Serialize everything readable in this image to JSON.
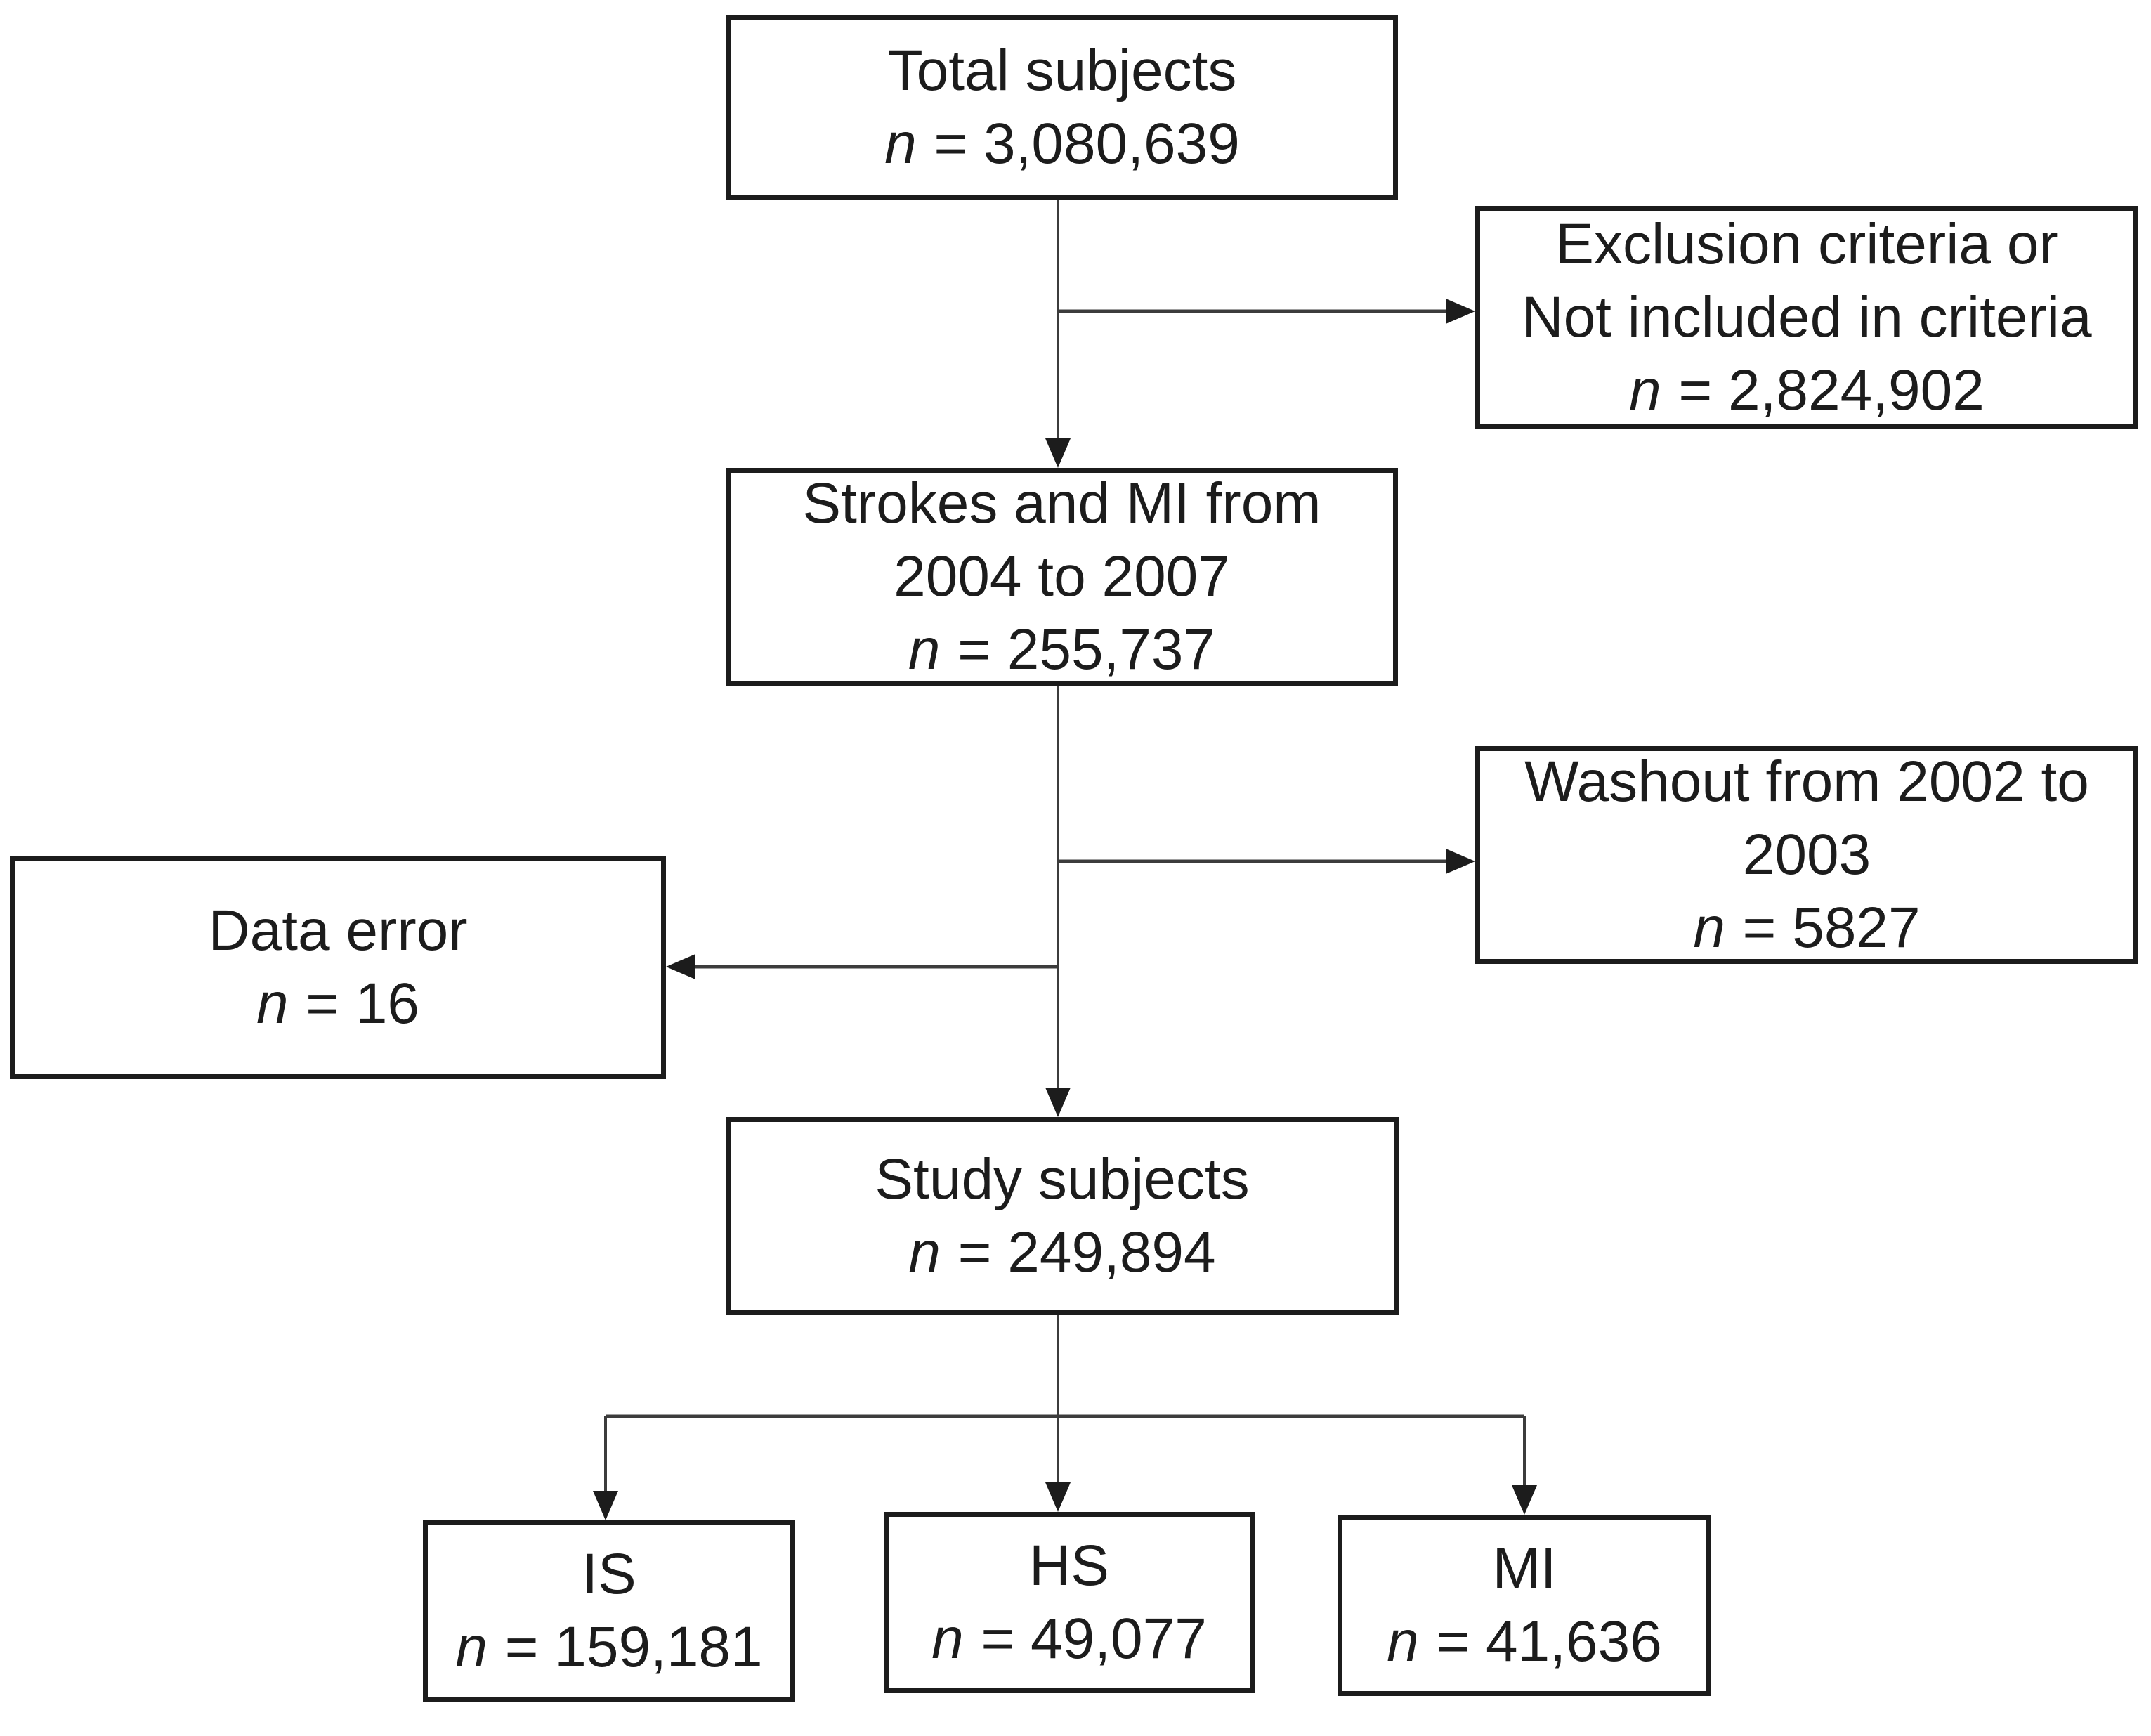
{
  "figure": {
    "background_color": "#ffffff",
    "ink_color": "#1c1c1c",
    "connector_color": "#3c3c3c"
  },
  "nodes": {
    "total": {
      "line1": "Total subjects",
      "n": "n",
      "count": "= 3,080,639"
    },
    "exclusion": {
      "line1": "Exclusion criteria or",
      "line2": "Not included in criteria",
      "n": "n",
      "count": "= 2,824,902"
    },
    "strokes": {
      "line1": "Strokes and MI from",
      "line2": "2004 to 2007",
      "n": "n",
      "count": "= 255,737"
    },
    "washout": {
      "line1": "Washout from 2002 to",
      "line2": "2003",
      "n": "n",
      "count": "= 5827"
    },
    "data_error": {
      "line1": "Data error",
      "n": "n",
      "count": "= 16"
    },
    "study": {
      "line1": "Study subjects",
      "n": "n",
      "count": "= 249,894"
    },
    "is": {
      "line1": "IS",
      "n": "n",
      "count": "= 159,181"
    },
    "hs": {
      "line1": "HS",
      "n": "n",
      "count": "= 49,077"
    },
    "mi": {
      "line1": "MI",
      "n": "n",
      "count": "= 41,636"
    }
  },
  "edges": [
    {
      "from": "total",
      "to": "strokes"
    },
    {
      "from": "total",
      "to": "exclusion"
    },
    {
      "from": "strokes",
      "to": "washout"
    },
    {
      "from": "strokes",
      "to": "data_error"
    },
    {
      "from": "strokes",
      "to": "study"
    },
    {
      "from": "study",
      "to": "is"
    },
    {
      "from": "study",
      "to": "hs"
    },
    {
      "from": "study",
      "to": "mi"
    }
  ]
}
